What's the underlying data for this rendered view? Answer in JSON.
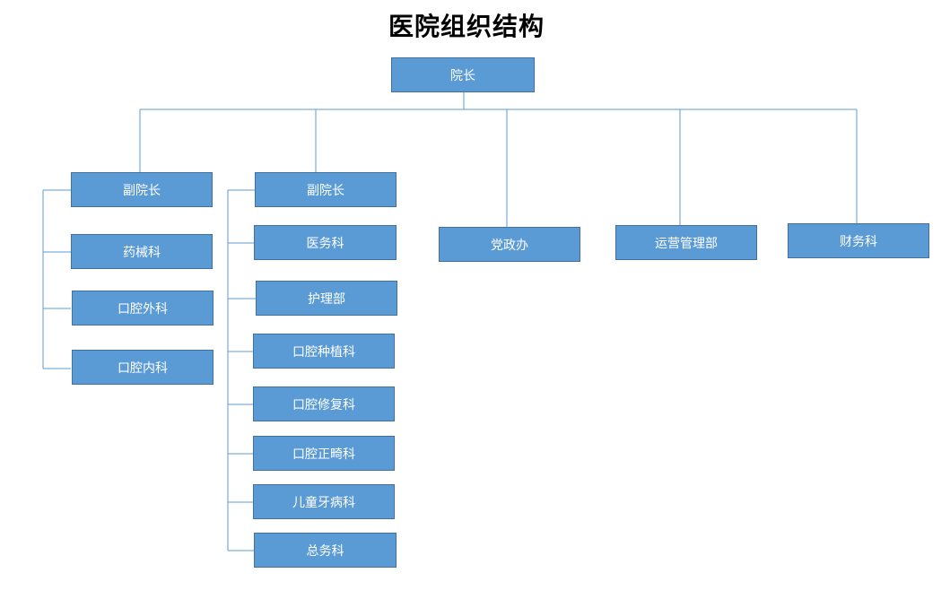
{
  "title": "医院组织结构",
  "colors": {
    "node_fill": "#5b9bd5",
    "node_border": "#41719c",
    "connector": "#5b9bd5"
  },
  "root": {
    "label": "院长"
  },
  "branches": [
    {
      "label": "副院长",
      "children": [
        "药械科",
        "口腔外科",
        "口腔内科"
      ]
    },
    {
      "label": "副院长",
      "children": [
        "医务科",
        "护理部",
        "口腔种植科",
        "口腔修复科",
        "口腔正畸科",
        "儿童牙病科",
        "总务科"
      ]
    },
    {
      "label": "党政办",
      "children": []
    },
    {
      "label": "运营管理部",
      "children": []
    },
    {
      "label": "财务科",
      "children": []
    }
  ]
}
